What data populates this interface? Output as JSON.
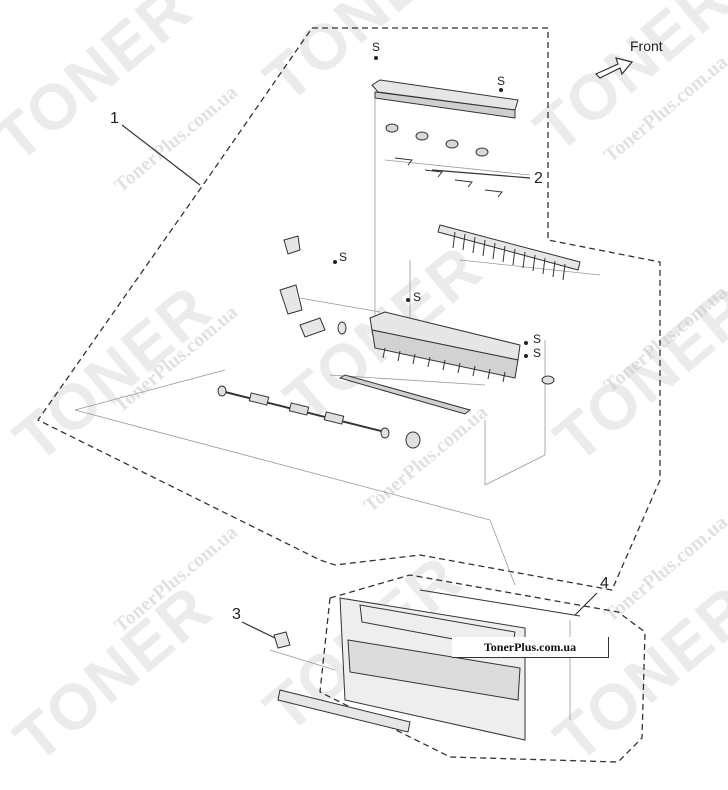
{
  "front_label": "Front",
  "callouts": [
    "1",
    "2",
    "3",
    "4"
  ],
  "screw_marker": "S",
  "source_url": "TonerPlus.com.ua",
  "watermark_words": [
    "TONER",
    "TonerPlus.com.ua"
  ]
}
